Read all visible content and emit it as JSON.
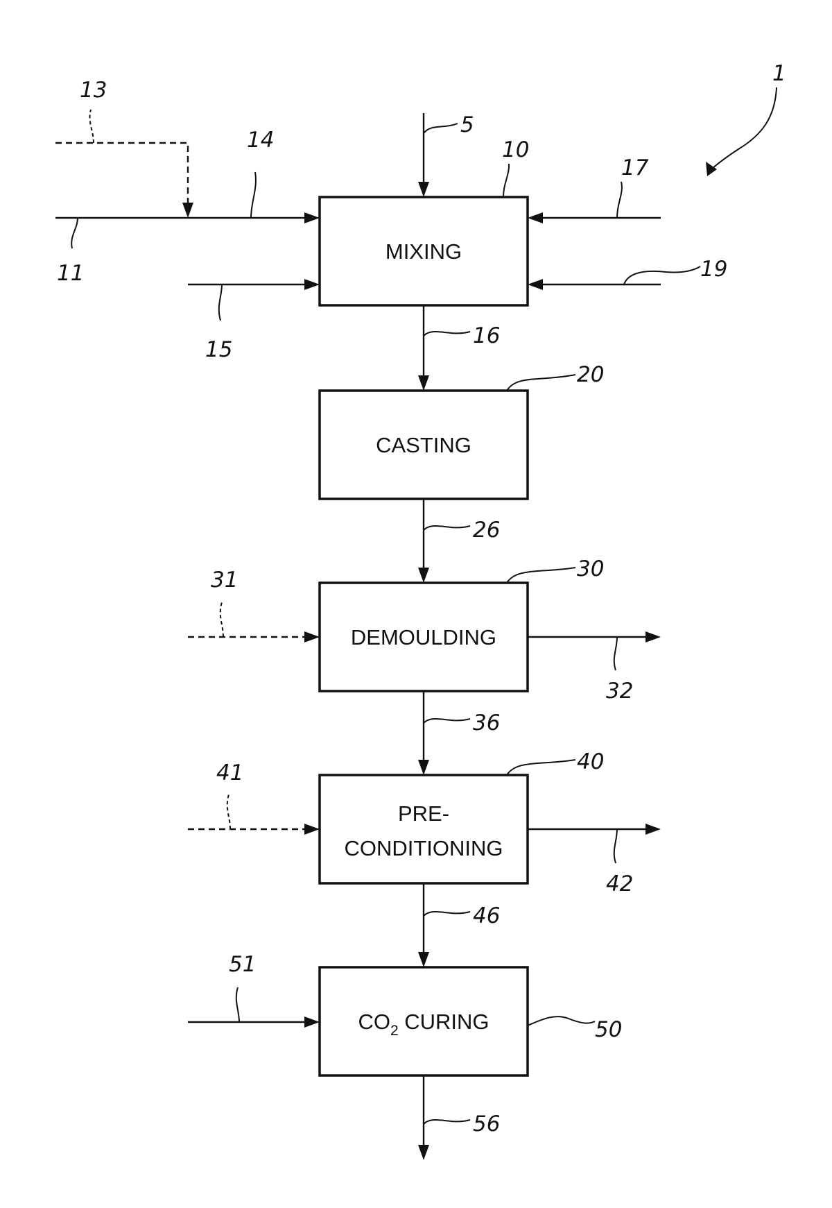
{
  "figure_number": "1",
  "processes": [
    {
      "ref": "10",
      "lines": [
        "MIXING"
      ]
    },
    {
      "ref": "20",
      "lines": [
        "CASTING"
      ]
    },
    {
      "ref": "30",
      "lines": [
        "DEMOULDING"
      ]
    },
    {
      "ref": "40",
      "lines": [
        "PRE-",
        "CONDITIONING"
      ]
    },
    {
      "ref": "50",
      "lines": [
        "CO",
        "2",
        " CURING"
      ]
    }
  ],
  "streams": {
    "s5": "5",
    "s11": "11",
    "s13": "13",
    "s14": "14",
    "s15": "15",
    "s16": "16",
    "s17": "17",
    "s19": "19",
    "s26": "26",
    "s31": "31",
    "s32": "32",
    "s36": "36",
    "s41": "41",
    "s42": "42",
    "s46": "46",
    "s51": "51",
    "s56": "56"
  }
}
